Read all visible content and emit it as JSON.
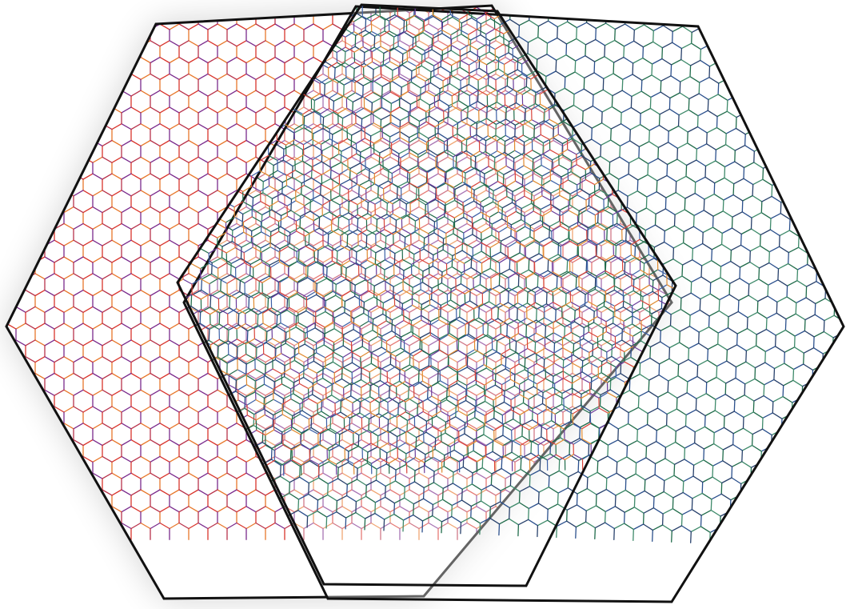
{
  "figure": {
    "description_free": true,
    "layers": [
      {
        "id": "left",
        "lattice": "rhombille",
        "palette": [
          "#d9342b",
          "#e8772a",
          "#7a2a8c",
          "#b8324a"
        ],
        "border": "#111111"
      },
      {
        "id": "right",
        "lattice": "rhombille",
        "palette": [
          "#1f6b4a",
          "#2a4f8c",
          "#3e8a6a",
          "#27406b"
        ],
        "border": "#111111"
      },
      {
        "id": "center",
        "lattice": "rhombille",
        "palette": [
          "#1f6b4a",
          "#6a3a9a",
          "#3b5fa6",
          "#d9433a",
          "#e08a2f"
        ],
        "border": "#111111"
      }
    ],
    "background": "#ffffff"
  }
}
